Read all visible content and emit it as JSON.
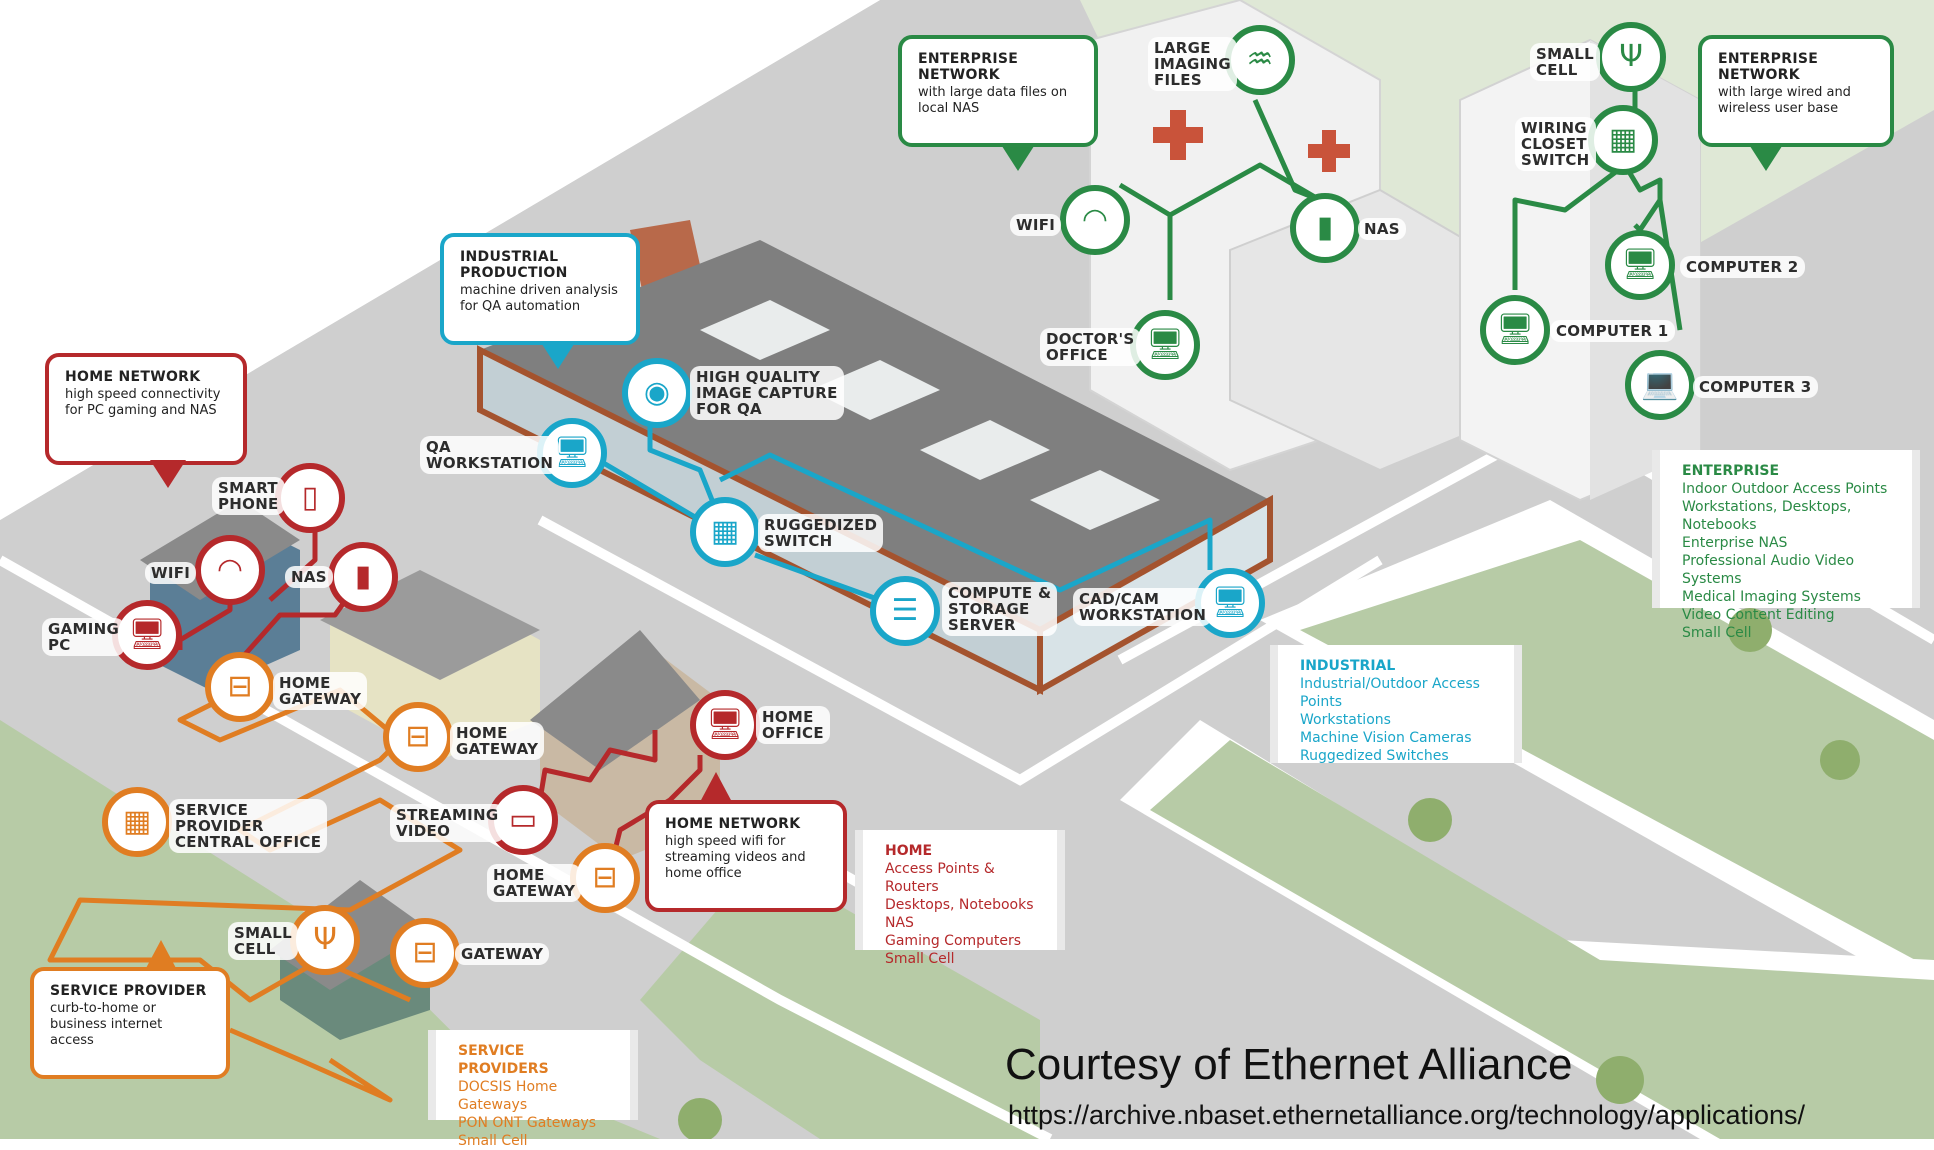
{
  "colors": {
    "home": "#b5292b",
    "industrial": "#1aa6c9",
    "enterprise": "#2a8a45",
    "provider": "#e07d22"
  },
  "bubbles": {
    "home_network_gaming": {
      "title": "HOME NETWORK",
      "desc": "high speed connectivity for PC gaming and NAS"
    },
    "industrial_production": {
      "title": "INDUSTRIAL PRODUCTION",
      "desc": "machine driven analysis for QA automation"
    },
    "enterprise_nas": {
      "title": "ENTERPRISE NETWORK",
      "desc": "with large data files on local NAS"
    },
    "enterprise_users": {
      "title": "ENTERPRISE NETWORK",
      "desc": "with large wired and wireless user base"
    },
    "home_network_wifi": {
      "title": "HOME NETWORK",
      "desc": "high speed wifi for streaming videos and home office"
    },
    "service_provider": {
      "title": "SERVICE PROVIDER",
      "desc": "curb-to-home or business internet access"
    }
  },
  "nodes": {
    "smart_phone": {
      "label": "SMART\nPHONE",
      "icon": "smartphone-icon"
    },
    "wifi_home": {
      "label": "WIFI",
      "icon": "wifi-icon"
    },
    "nas_home": {
      "label": "NAS",
      "icon": "nas-icon"
    },
    "gaming_pc": {
      "label": "GAMING\nPC",
      "icon": "desktop-computer-icon"
    },
    "home_gateway_1": {
      "label": "HOME\nGATEWAY",
      "icon": "router-icon"
    },
    "home_gateway_2": {
      "label": "HOME\nGATEWAY",
      "icon": "router-icon"
    },
    "home_office": {
      "label": "HOME\nOFFICE",
      "icon": "desktop-computer-icon"
    },
    "streaming_video": {
      "label": "STREAMING\nVIDEO",
      "icon": "tv-icon"
    },
    "home_gateway_3": {
      "label": "HOME\nGATEWAY",
      "icon": "router-icon"
    },
    "service_provider_co": {
      "label": "SERVICE\nPROVIDER\nCENTRAL OFFICE",
      "icon": "chip-icon"
    },
    "small_cell_home": {
      "label": "SMALL\nCELL",
      "icon": "antenna-icon"
    },
    "gateway": {
      "label": "GATEWAY",
      "icon": "router-icon"
    },
    "qa_workstation": {
      "label": "QA\nWORKSTATION",
      "icon": "desktop-computer-icon"
    },
    "image_capture": {
      "label": "HIGH QUALITY\nIMAGE CAPTURE\nFOR QA",
      "icon": "camera-icon"
    },
    "ruggedized_switch": {
      "label": "RUGGEDIZED\nSWITCH",
      "icon": "chip-icon"
    },
    "compute_storage": {
      "label": "COMPUTE &\nSTORAGE\nSERVER",
      "icon": "server-icon"
    },
    "cad_cam": {
      "label": "CAD/CAM\nWORKSTATION",
      "icon": "desktop-computer-icon"
    },
    "large_imaging": {
      "label": "LARGE\nIMAGING\nFILES",
      "icon": "xray-icon"
    },
    "wifi_ent": {
      "label": "WIFI",
      "icon": "wifi-icon"
    },
    "nas_ent": {
      "label": "NAS",
      "icon": "nas-icon"
    },
    "doctors_office": {
      "label": "DOCTOR'S\nOFFICE",
      "icon": "desktop-computer-icon"
    },
    "small_cell_ent": {
      "label": "SMALL\nCELL",
      "icon": "antenna-icon"
    },
    "wiring_closet": {
      "label": "WIRING\nCLOSET\nSWITCH",
      "icon": "chip-icon"
    },
    "computer_2": {
      "label": "COMPUTER 2",
      "icon": "desktop-computer-icon"
    },
    "computer_1": {
      "label": "COMPUTER 1",
      "icon": "desktop-computer-icon"
    },
    "computer_3": {
      "label": "COMPUTER 3",
      "icon": "laptop-icon"
    }
  },
  "lists": {
    "enterprise": {
      "title": "ENTERPRISE",
      "items": [
        "Indoor Outdoor Access Points",
        "Workstations, Desktops, Notebooks",
        "Enterprise NAS",
        "Professional Audio Video Systems",
        "Medical Imaging Systems",
        "Video Content Editing",
        "Small Cell"
      ]
    },
    "industrial": {
      "title": "INDUSTRIAL",
      "items": [
        "Industrial/Outdoor Access Points",
        "Workstations",
        "Machine Vision Cameras",
        "Ruggedized Switches"
      ]
    },
    "home": {
      "title": "HOME",
      "items": [
        "Access Points & Routers",
        "Desktops, Notebooks",
        "NAS",
        "Gaming Computers",
        "Small Cell"
      ]
    },
    "service_providers": {
      "title": "SERVICE PROVIDERS",
      "items": [
        "DOCSIS Home Gateways",
        "PON ONT Gateways",
        "Small Cell"
      ]
    }
  },
  "credit": {
    "text": "Courtesy of Ethernet Alliance",
    "url": "https://archive.nbaset.ethernetalliance.org/technology/applications/"
  }
}
